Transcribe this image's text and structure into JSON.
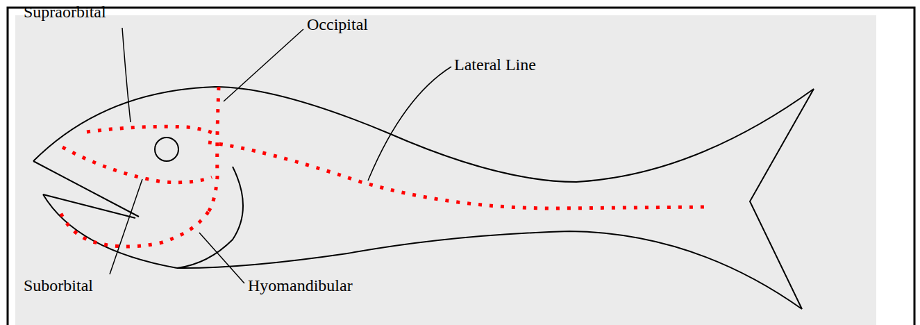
{
  "diagram": {
    "labels": [
      "Supraorbital",
      "Occipital",
      "Lateral Line",
      "Suborbital",
      "Hyomandibular"
    ]
  }
}
